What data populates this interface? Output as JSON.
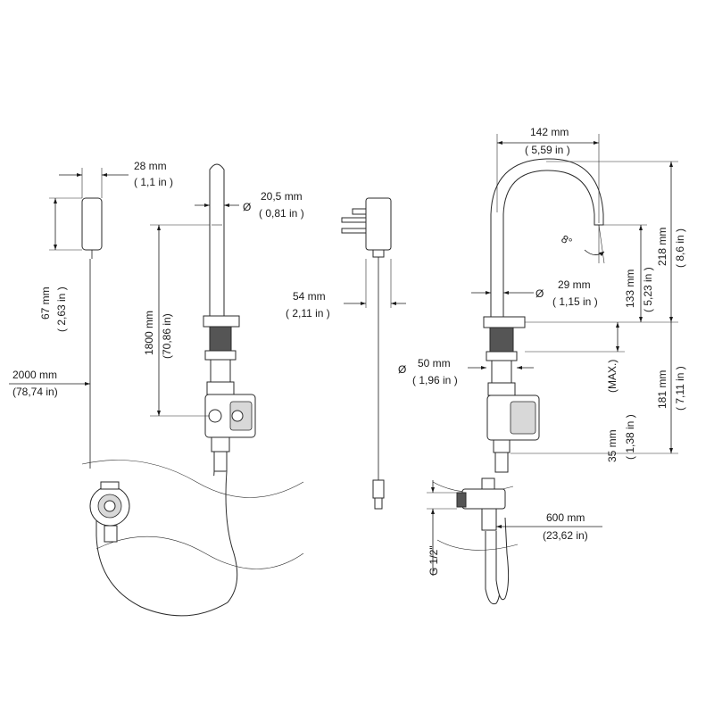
{
  "dimensions": {
    "sensor_width": {
      "mm": "28 mm",
      "in": "( 1,1 in )"
    },
    "sensor_height": {
      "mm": "67 mm",
      "in": "( 2,63 in )"
    },
    "sensor_cable": {
      "mm": "2000 mm",
      "in": "(78,74 in)"
    },
    "spout_diameter": {
      "symbol": "Ø",
      "mm": "20,5 mm",
      "in": "( 0,81 in )"
    },
    "straight_length": {
      "mm": "1800 mm",
      "in": "(70,86 in)"
    },
    "adapter_width": {
      "mm": "54 mm",
      "in": "( 2,11 in )"
    },
    "gooseneck_reach": {
      "mm": "142 mm",
      "in": "( 5,59 in )"
    },
    "spout_angle": {
      "value": "8°"
    },
    "spout_clearance": {
      "mm": "133 mm",
      "in": "( 5,23 in )"
    },
    "total_height": {
      "mm": "218 mm",
      "in": "( 8,6 in )"
    },
    "neck_diameter": {
      "symbol": "Ø",
      "mm": "29 mm",
      "in": "( 1,15 in )"
    },
    "base_diameter": {
      "symbol": "Ø",
      "mm": "50 mm",
      "in": "( 1,96 in )"
    },
    "max_deck": {
      "mm": "35 mm",
      "in": "( 1,38 in )",
      "note": "(MAX.)"
    },
    "below_deck": {
      "mm": "181 mm",
      "in": "( 7,11 in )"
    },
    "hose_length": {
      "mm": "600 mm",
      "in": "(23,62 in)"
    },
    "thread": {
      "value": "G 1/2\""
    }
  }
}
